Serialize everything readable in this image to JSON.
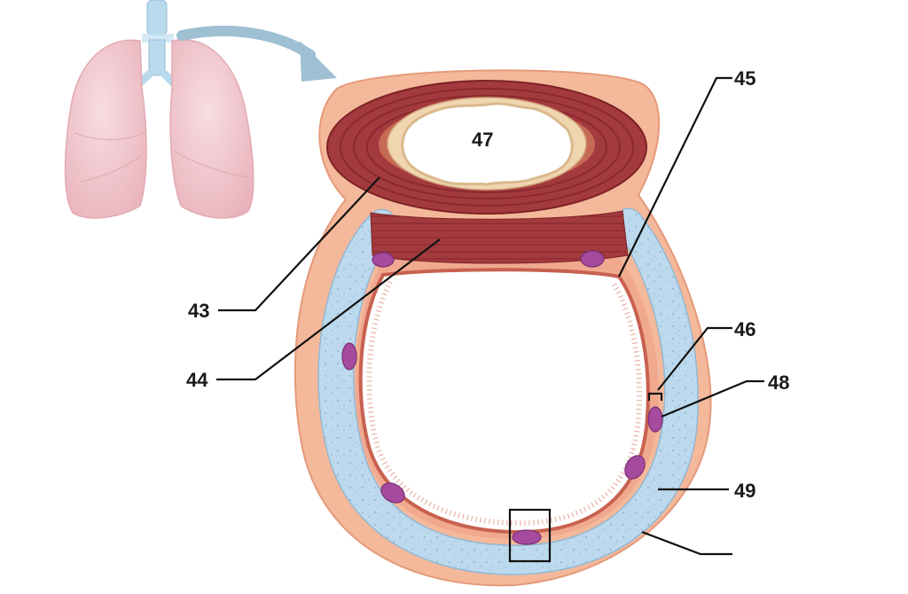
{
  "labels": {
    "l43": "43",
    "l44": "44",
    "l45": "45",
    "l46": "46",
    "l47": "47",
    "l48": "48",
    "l49": "49"
  },
  "colors": {
    "lung": "#f2c9cf",
    "lung_edge": "#e3aab3",
    "trachea": "#b9d9ec",
    "arrow": "#9fbfd3",
    "muscle": "#a33a3e",
    "muscle_dark": "#7d2226",
    "adventitia": "#f4b89a",
    "lamina": "#f0a98f",
    "cartilage": "#bcd9ee",
    "chondrocyte": "#a54a9e",
    "mucosa_edge": "#c8614f",
    "lumen": "#ffffff"
  },
  "icons": [
    "lungs-icon",
    "curved-arrow-icon"
  ]
}
